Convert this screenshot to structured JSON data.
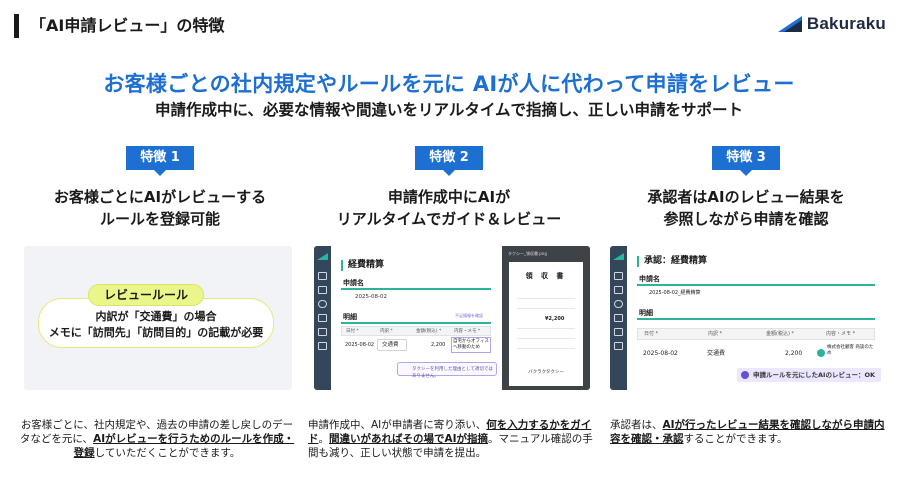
{
  "header": {
    "title": "「AI申請レビュー」の特徴",
    "logo_text": "Bakuraku"
  },
  "headline": "お客様ごとの社内規定やルールを元に AIが人に代わって申請をレビュー",
  "subhead": "申請作成中に、必要な情報や間違いをリアルタイムで指摘し、正しい申請をサポート",
  "features": [
    {
      "badge": "特徴 1",
      "title_line1": "お客様ごとにAIがレビューする",
      "title_line2": "ルールを登録可能",
      "rule_label": "レビュールール",
      "rule_line1": "内訳が「交通費」の場合",
      "rule_line2": "メモに「訪問先」「訪問目的」の記載が必要",
      "desc_a": "お客様ごとに、社内規定や、過去の申請の差し戻しのデータなどを元に、",
      "desc_em": "AIがレビューを行うためのルールを作成・登録",
      "desc_b": "していただくことができます。"
    },
    {
      "badge": "特徴 2",
      "title_line1": "申請作成中にAIが",
      "title_line2": "リアルタイムでガイド＆レビュー",
      "form_title": "経費精算",
      "form_name_label": "申請名",
      "form_name_value": "2025-08-02",
      "form_detail_label": "明細",
      "form_hint": "不足情報を確認",
      "table_headers": [
        "日付 *",
        "内訳 *",
        "金額(税込) *",
        "内容・メモ *"
      ],
      "row": {
        "date": "2025-08-02",
        "category": "交通費",
        "amount": "2,200",
        "memo": "自宅からオフィス へ移動のため"
      },
      "review_hint": "タクシーを利用した理由として適切ではありません。",
      "receipt_file": "タクシー_領収書.png",
      "receipt_title": "領 収 書",
      "receipt_amount": "¥2,200",
      "receipt_company": "バクラクタクシー",
      "desc_a": "申請作成中、AIが申請者に寄り添い、",
      "desc_em1": "何を入力するかをガイド",
      "desc_mid": "。",
      "desc_em2": "間違いがあればその場でAIが指摘",
      "desc_b": "。マニュアル確認の手間も減り、正しい状態で申請を提出。"
    },
    {
      "badge": "特徴 3",
      "title_line1": "承認者はAIのレビュー結果を",
      "title_line2": "参照しながら申請を確認",
      "form_title": "承認：経費精算",
      "form_name_label": "申請名",
      "form_name_value": "2025-08-02_経費精算",
      "form_detail_label": "明細",
      "table_headers": [
        "日付 *",
        "内訳 *",
        "金額(税込) *",
        "内容・メモ *"
      ],
      "row": {
        "date": "2025-08-02",
        "category": "交通費",
        "amount": "2,200",
        "memo": "株式会社顧客 商談のため"
      },
      "ok_chip": "申請ルールを元にしたAIのレビュー：OK",
      "desc_a": "承認者は、",
      "desc_em": "AIが行ったレビュー結果を確認しながら申請内容を確認・承認",
      "desc_b": "することができます。"
    }
  ],
  "colors": {
    "accent": "#1d6fd1",
    "rule_yellow": "#eaf58a",
    "teal": "#2bb39c",
    "rail": "#34475a",
    "ai_purple": "#6a4fd1"
  }
}
